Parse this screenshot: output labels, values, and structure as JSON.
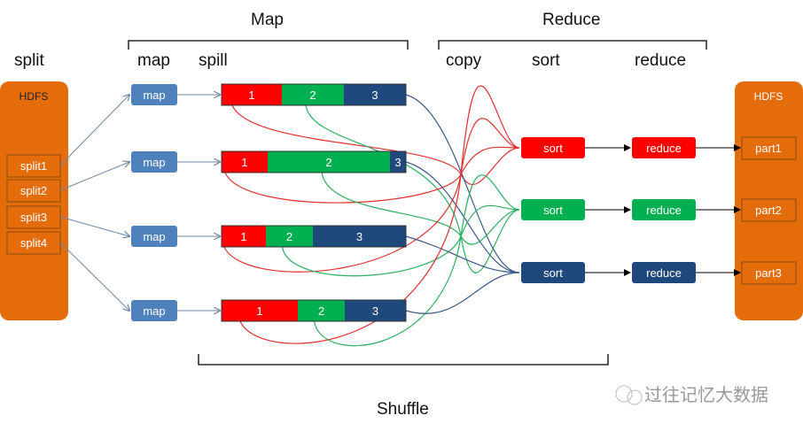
{
  "headings": {
    "split": "split",
    "map": "map",
    "spill": "spill",
    "map_phase": "Map",
    "reduce_phase": "Reduce",
    "copy": "copy",
    "sort": "sort",
    "reduce": "reduce",
    "shuffle": "Shuffle"
  },
  "hdfs_left": {
    "title": "HDFS",
    "splits": [
      "split1",
      "split2",
      "split3",
      "split4"
    ]
  },
  "map_tasks": [
    "map",
    "map",
    "map",
    "map"
  ],
  "partitions": [
    "1",
    "2",
    "3"
  ],
  "sort_tasks": [
    "sort",
    "sort",
    "sort"
  ],
  "reduce_tasks": [
    "reduce",
    "reduce",
    "reduce"
  ],
  "hdfs_right": {
    "title": "HDFS",
    "parts": [
      "part1",
      "part2",
      "part3"
    ]
  },
  "watermark": "过往记忆大数据",
  "colors": {
    "orange": "#E46C0A",
    "blue": "#4F81BD",
    "red": "#FF0000",
    "green": "#00B050",
    "navy": "#1F497D"
  }
}
